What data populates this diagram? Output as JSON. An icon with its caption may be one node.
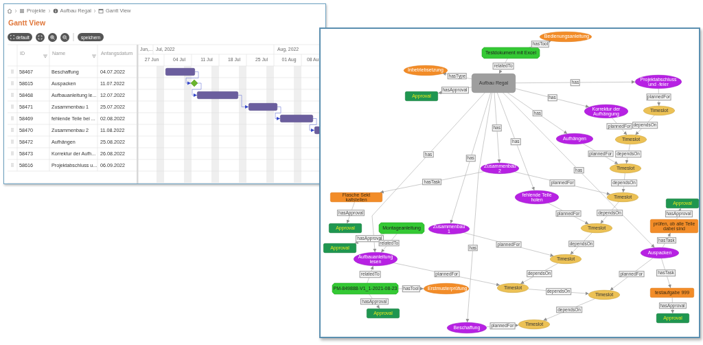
{
  "diagram": {
    "nodes": [
      {
        "text": [],
        "shape": "bar"
      },
      {
        "text": [],
        "shape": "diamond"
      },
      {
        "text": [],
        "shape": "bar"
      },
      {
        "text": [],
        "shape": "bar"
      },
      {
        "text": [],
        "shape": "bar"
      },
      {
        "text": [],
        "shape": "bar"
      },
      {
        "text": [
          "Aufbau Regal"
        ]
      },
      {
        "text": [
          "Testdokument mit Excel"
        ]
      },
      {
        "text": [
          "Bedienungsanleitung"
        ]
      },
      {
        "text": [
          "Inbetriebsetzung"
        ]
      },
      {
        "text": [
          "Approval"
        ]
      },
      {
        "text": [
          "Projektabschluss und -feier"
        ]
      },
      {
        "text": [
          "Korrektur der Aufhängung"
        ]
      },
      {
        "text": [
          "Timeslot"
        ]
      },
      {
        "text": [
          "Aufhängen"
        ]
      },
      {
        "text": [
          "Timeslot"
        ]
      },
      {
        "text": [
          "Timeslot"
        ]
      },
      {
        "text": [
          "Zusammenbau 2"
        ]
      },
      {
        "text": [
          "Flasche Sekt kaltstellen"
        ]
      },
      {
        "text": [
          "Timeslot"
        ]
      },
      {
        "text": [
          "fehlende Teile holen"
        ]
      },
      {
        "text": [
          "Approval"
        ]
      },
      {
        "text": [
          "Montageanleitung"
        ]
      },
      {
        "text": [
          "Zusammenbau 1"
        ]
      },
      {
        "text": [
          "Timeslot"
        ]
      },
      {
        "text": [
          "Approval"
        ]
      },
      {
        "text": [
          "prüfen, ob alle Teile dabei sind"
        ]
      },
      {
        "text": [
          "Approval"
        ]
      },
      {
        "text": [
          "Aufbauanleitung lesen"
        ]
      },
      {
        "text": [
          "Timeslot"
        ]
      },
      {
        "text": [
          "Auspacken"
        ]
      },
      {
        "text": [
          "Timeslot"
        ]
      },
      {
        "text": [
          "PM-849888-V1_1-2021-08-23"
        ]
      },
      {
        "text": [
          "Erstmusterprüfung"
        ]
      },
      {
        "text": [
          "Timeslot"
        ]
      },
      {
        "text": [
          "testaufgabe 999"
        ]
      },
      {
        "text": [
          "Approval"
        ]
      },
      {
        "text": [
          "Approval"
        ]
      },
      {
        "text": [
          "Beschaffung"
        ]
      },
      {
        "text": [
          "Timeslot"
        ]
      }
    ],
    "edges": [
      {
        "from": 0,
        "to": 1,
        "arrow": "to",
        "color": "#6f7bd8"
      },
      {
        "from": 1,
        "to": 2,
        "arrow": "to",
        "color": "#6f7bd8"
      },
      {
        "from": 2,
        "to": 3,
        "arrow": "to",
        "color": "#6f7bd8"
      },
      {
        "from": 3,
        "to": 4,
        "arrow": "to",
        "color": "#6f7bd8"
      },
      {
        "from": 4,
        "to": 5,
        "arrow": "to",
        "color": "#6f7bd8"
      },
      {
        "from": 7,
        "to": 6,
        "arrow": "to",
        "label": "relatedTo"
      },
      {
        "from": 7,
        "to": 8,
        "arrow": "to",
        "label": "hasTool"
      },
      {
        "from": 6,
        "to": 9,
        "arrow": "to",
        "label": "hasType"
      },
      {
        "from": 6,
        "to": 10,
        "arrow": "to",
        "label": "hasApproval"
      },
      {
        "from": 6,
        "to": 11,
        "arrow": "to",
        "label": "has"
      },
      {
        "from": 6,
        "to": 12,
        "arrow": "to",
        "label": "has"
      },
      {
        "from": 6,
        "to": 14,
        "arrow": "to",
        "label": "has"
      },
      {
        "from": 6,
        "to": 17,
        "arrow": "to",
        "label": "has"
      },
      {
        "from": 6,
        "to": 20,
        "arrow": "to",
        "label": "has"
      },
      {
        "from": 6,
        "to": 23,
        "arrow": "to",
        "label": "has"
      },
      {
        "from": 6,
        "to": 28,
        "arrow": "to",
        "label": "has"
      },
      {
        "from": 6,
        "to": 30,
        "arrow": "to",
        "label": "has"
      },
      {
        "from": 6,
        "to": 38,
        "arrow": "to",
        "label": "has"
      },
      {
        "from": 17,
        "to": 18,
        "arrow": "to",
        "label": "hasTask"
      },
      {
        "from": 18,
        "to": 21,
        "arrow": "to",
        "label": "hasApproval"
      },
      {
        "from": 22,
        "to": 27,
        "arrow": "to",
        "label": "hasApproval"
      },
      {
        "from": 22,
        "to": 28,
        "arrow": "to",
        "label": "relatedTo"
      },
      {
        "from": 32,
        "to": 28,
        "arrow": "to",
        "label": "relatedTo"
      },
      {
        "from": 32,
        "to": 33,
        "arrow": "to",
        "label": "hasTool"
      },
      {
        "from": 32,
        "to": 36,
        "arrow": "to",
        "label": "hasApproval"
      },
      {
        "from": 30,
        "to": 26,
        "arrow": "to",
        "label": "hasTask"
      },
      {
        "from": 26,
        "to": 25,
        "arrow": "to",
        "label": "hasApproval"
      },
      {
        "from": 30,
        "to": 35,
        "arrow": "to",
        "label": "hasTask"
      },
      {
        "from": 35,
        "to": 37,
        "arrow": "to",
        "label": "hasApproval"
      },
      {
        "from": 11,
        "to": 13,
        "arrow": "to",
        "label": "plannedFor"
      },
      {
        "from": 12,
        "to": 15,
        "arrow": "to",
        "label": "plannedFor"
      },
      {
        "from": 14,
        "to": 16,
        "arrow": "to",
        "label": "plannedFor"
      },
      {
        "from": 17,
        "to": 19,
        "arrow": "to",
        "label": "plannedFor"
      },
      {
        "from": 20,
        "to": 24,
        "arrow": "to",
        "label": "plannedFor"
      },
      {
        "from": 23,
        "to": 29,
        "arrow": "to",
        "label": "plannedFor"
      },
      {
        "from": 28,
        "to": 31,
        "arrow": "to",
        "label": "plannedFor"
      },
      {
        "from": 30,
        "to": 34,
        "arrow": "to",
        "label": "plannedFor"
      },
      {
        "from": 38,
        "to": 39,
        "arrow": "to",
        "label": "plannedFor"
      },
      {
        "from": 13,
        "to": 15,
        "arrow": "to",
        "label": "dependsOn"
      },
      {
        "from": 15,
        "to": 16,
        "arrow": "to",
        "label": "dependsOn"
      },
      {
        "from": 16,
        "to": 19,
        "arrow": "to",
        "label": "dependsOn"
      },
      {
        "from": 19,
        "to": 24,
        "arrow": "to",
        "label": "dependsOn"
      },
      {
        "from": 24,
        "to": 29,
        "arrow": "to",
        "label": "dependsOn"
      },
      {
        "from": 29,
        "to": 31,
        "arrow": "to",
        "label": "dependsOn"
      },
      {
        "from": 31,
        "to": 34,
        "arrow": "to",
        "label": "dependsOn"
      },
      {
        "from": 34,
        "to": 39,
        "arrow": "to",
        "label": "dependsOn"
      }
    ],
    "labels": [
      "Projekte",
      "Aufbau Regal",
      "Gantt View",
      "Gantt View",
      "default",
      "speichern",
      "ID",
      "Name",
      "Anfangsdatum",
      "58467",
      "Beschaffung",
      "04.07.2022",
      "58615",
      "Auspacken",
      "11.07.2022",
      "58468",
      "Aufbauanleitung le...",
      "12.07.2022",
      "58471",
      "Zusammenbau 1",
      "25.07.2022",
      "58469",
      "fehlende Teile bei ...",
      "02.08.2022",
      "58470",
      "Zusammenbau 2",
      "11.08.2022",
      "58472",
      "Aufhängen",
      "25.08.2022",
      "58473",
      "Korrektur der Aufh...",
      "26.08.2022",
      "58616",
      "Projektabschluss u...",
      "06.09.2022",
      "Jun,...",
      "Jul, 2022",
      "Aug, 2022",
      "27 Jun",
      "04 Jul",
      "11 Jul",
      "18 Jul",
      "25 Jul",
      "01 Aug",
      "08 Au"
    ]
  }
}
